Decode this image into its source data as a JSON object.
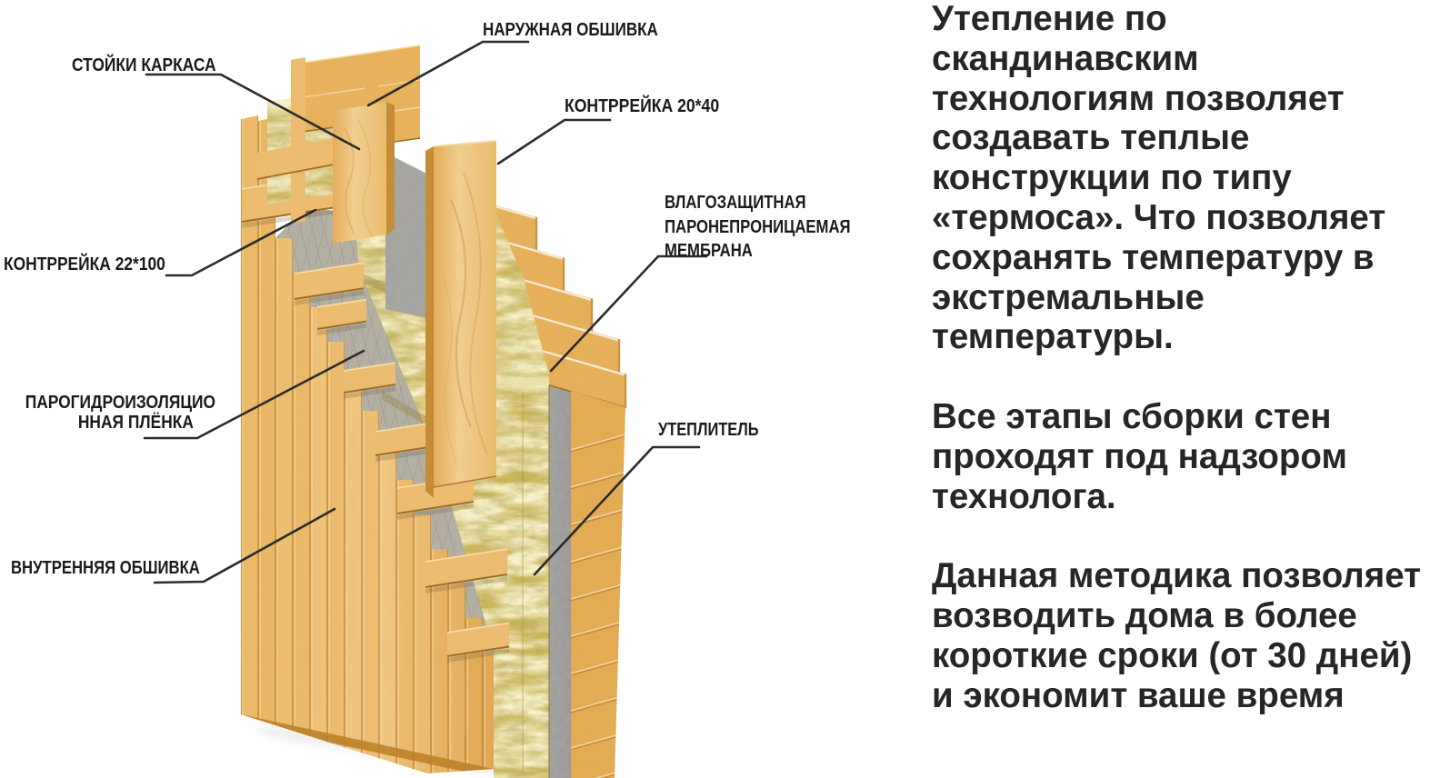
{
  "diagram": {
    "labels": [
      {
        "id": "stoyki-karkasa",
        "lines": [
          "СТОЙКИ КАРКАСА"
        ]
      },
      {
        "id": "naruzhnaya-obshivka",
        "lines": [
          "НАРУЖНАЯ ОБШИВКА"
        ]
      },
      {
        "id": "kontrreyka-20-40",
        "lines": [
          "КОНТРРЕЙКА 20*40"
        ]
      },
      {
        "id": "kontrreyka-22-100",
        "lines": [
          "КОНТРРЕЙКА 22*100"
        ]
      },
      {
        "id": "vlagozashchitnaya-membrana",
        "lines": [
          "ВЛАГОЗАЩИТНАЯ",
          "ПАРОНЕПРОНИЦАЕМАЯ",
          "МЕМБРАНА"
        ]
      },
      {
        "id": "parogidroizolyacionnaya-plyonka",
        "lines": [
          "ПАРОГИДРОИЗОЛЯЦИО",
          "ННАЯ ПЛЁНКА"
        ]
      },
      {
        "id": "uteplitel",
        "lines": [
          "УТЕПЛИТЕЛЬ"
        ]
      },
      {
        "id": "vnutrennyaya-obshivka",
        "lines": [
          "ВНУТРЕННЯЯ ОБШИВКА"
        ]
      }
    ],
    "colors": {
      "wood": "#e8b25c",
      "wood_light": "#f3d69c",
      "insulation": "#cfba62",
      "membrane_inner": "#b5b0a3",
      "membrane_outer": "#a0a09e",
      "label_text": "#1a1a1a",
      "leader_line": "#2d2d2d"
    }
  },
  "description": {
    "text_color": "#262626",
    "paragraphs": [
      {
        "lines": [
          "Утепление по",
          "скандинавским",
          "технологиям позволяет",
          "создавать теплые",
          "конструкции по типу",
          "«термоса». Что позволяет",
          "сохранять температуру в",
          "экстремальные",
          "температуры."
        ]
      },
      {
        "lines": [
          "Все этапы сборки стен",
          "проходят под надзором",
          "технолога."
        ]
      },
      {
        "lines": [
          "Данная методика позволяет",
          "возводить дома в более",
          "короткие сроки (от 30 дней)",
          "и экономит ваше время"
        ]
      }
    ]
  }
}
